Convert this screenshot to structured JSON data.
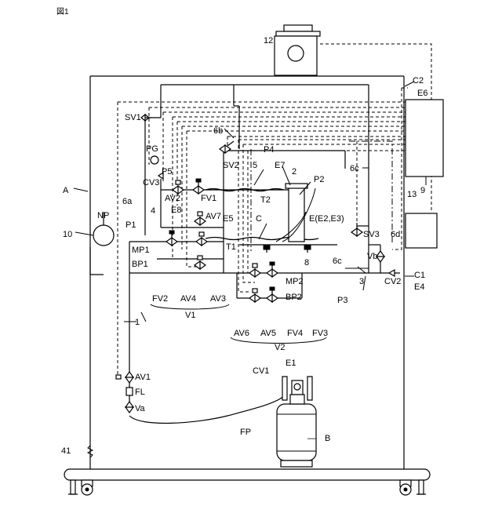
{
  "figure_title": "図1",
  "labels": {
    "A": "A",
    "B": "B",
    "C": "C",
    "P1": "P1",
    "P2": "P2",
    "P3": "P3",
    "P4": "P4",
    "P5": "P5",
    "T1": "T1",
    "T2": "T2",
    "E5": "E5",
    "E6": "E6",
    "E7": "E7",
    "E8": "E8",
    "E4": "E4",
    "E1": "E1",
    "E_E2E3": "E(E2,E3)",
    "C1": "C1",
    "C2": "C2",
    "NP": "NP",
    "PG": "PG",
    "FL": "FL",
    "FP": "FP",
    "CV1": "CV1",
    "CV2": "CV2",
    "CV3": "CV3",
    "SV1": "SV1",
    "SV2": "SV2",
    "SV3": "SV3",
    "AV1": "AV1",
    "AV2": "AV2",
    "AV3": "AV3",
    "AV4": "AV4",
    "AV5": "AV5",
    "AV6": "AV6",
    "AV7": "AV7",
    "FV1": "FV1",
    "FV2": "FV2",
    "FV3": "FV3",
    "FV4": "FV4",
    "MP1": "MP1",
    "MP2": "MP2",
    "BP1": "BP1",
    "BP2": "BP2",
    "Va": "Va",
    "Vb": "Vb",
    "V1": "V1",
    "V2": "V2",
    "n1": "1",
    "n2": "2",
    "n3": "3",
    "n4": "4",
    "n5": "5",
    "n6a": "6a",
    "n6b": "6b",
    "n6c_top": "6c",
    "n6c_mid": "6c",
    "n6d": "6d",
    "n8": "8",
    "n9": "9",
    "n10": "10",
    "n12": "12",
    "n13": "13",
    "n41": "41"
  }
}
